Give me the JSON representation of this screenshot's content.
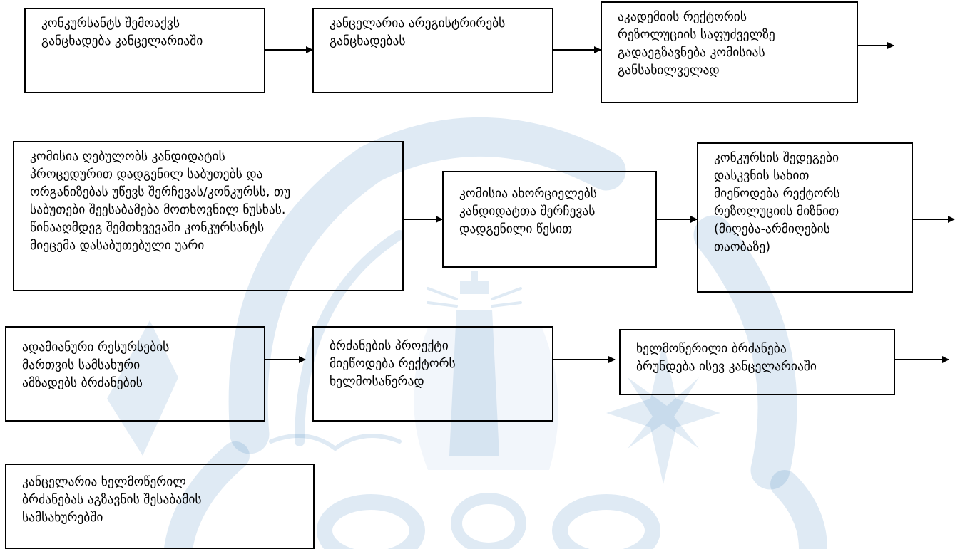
{
  "colors": {
    "border": "#000000",
    "arrow": "#000000",
    "watermark": "#1e6ab4"
  },
  "watermark": {
    "icon": "university-seal-lighthouse-compass-icon"
  },
  "steps": [
    {
      "id": "s1",
      "text": "კონკურსანტს შემოაქვს\nგანცხადება კანცელარიაში"
    },
    {
      "id": "s2",
      "text": "კანცელარია არეგისტრირებს\nგანცხადებას"
    },
    {
      "id": "s3",
      "text": "აკადემიის რექტორის\nრეზოლუციის საფუძველზე\nგადაეგზავნება კომისიას\nგანსახილველად"
    },
    {
      "id": "s4",
      "text": "კომისია ღებულობს კანდიდატის\nპროცედურით დადგენილ საბუთებს და\nორგანიზებას უწევს შერჩევას/კონკურსს, თუ\nსაბუთები შეესაბამება მოთხოვნილ ნუსხას.\nწინააღმდეგ შემთხვევაში კონკურსანტს\nმიეცემა დასაბუთებული უარი"
    },
    {
      "id": "s5",
      "text": "კომისია ახორციელებს\nკანდიდატთა შერჩევას\nდადგენილი წესით"
    },
    {
      "id": "s6",
      "text": "კონკურსის შედეგები\nდასკვნის სახით\nმიეწოდება რექტორს\nრეზოლუციის მიზნით\n(მიღება-არმიღების\nთაობაზე)"
    },
    {
      "id": "s7",
      "text": "ადამიანური რესურსების\nმართვის სამსახური\nამზადებს ბრძანების"
    },
    {
      "id": "s8",
      "text": "ბრძანების პროექტი\nმიეწოდება რექტორს\nხელმოსაწერად"
    },
    {
      "id": "s9",
      "text": "ხელმოწერილი ბრძანება\nბრუნდება ისევ კანცელარიაში"
    },
    {
      "id": "s10",
      "text": "კანცელარია ხელმოწერილ\nბრძანებას აგზავნის შესაბამის\nსამსახურებში"
    }
  ]
}
